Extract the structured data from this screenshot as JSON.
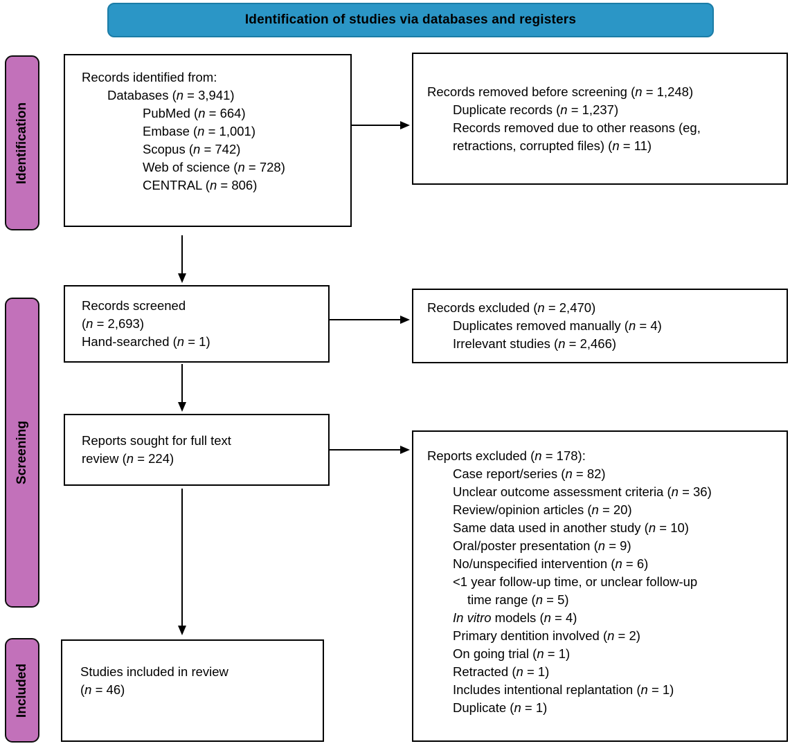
{
  "banner": {
    "label": "Identification of studies via databases and registers"
  },
  "stages": {
    "identification": "Identification",
    "screening": "Screening",
    "included": "Included"
  },
  "colors": {
    "banner_fill": "#2b96c6",
    "banner_border": "#1b7ca6",
    "stage_fill": "#c271ba",
    "box_border": "#000000",
    "arrow": "#000000"
  },
  "boxes": {
    "records_identified": {
      "lines": [
        {
          "indent": 0,
          "text": "Records identified from:"
        },
        {
          "indent": 1,
          "text": "Databases (*n* = 3,941)"
        },
        {
          "indent": 2,
          "text": "PubMed (*n* = 664)"
        },
        {
          "indent": 2,
          "text": "Embase (*n* = 1,001)"
        },
        {
          "indent": 2,
          "text": "Scopus (*n* = 742)"
        },
        {
          "indent": 2,
          "text": "Web of science (*n* = 728)"
        },
        {
          "indent": 2,
          "text": "CENTRAL (*n* = 806)"
        }
      ]
    },
    "removed_before_screening": {
      "lines": [
        {
          "indent": 0,
          "text": "Records removed before screening (*n* = 1,248)"
        },
        {
          "indent": 1,
          "text": "Duplicate records (*n* = 1,237)"
        },
        {
          "indent": 1,
          "text": "Records removed due to other reasons (eg,"
        },
        {
          "indent": 1,
          "text": "retractions, corrupted files) (*n* = 11)"
        }
      ]
    },
    "records_screened": {
      "lines": [
        {
          "indent": 0,
          "text": "Records screened"
        },
        {
          "indent": 0,
          "text": "(*n* = 2,693)"
        },
        {
          "indent": 0,
          "text": "Hand-searched (*n* = 1)"
        }
      ]
    },
    "records_excluded": {
      "lines": [
        {
          "indent": 0,
          "text": "Records excluded (*n* = 2,470)"
        },
        {
          "indent": 1,
          "text": "Duplicates removed manually (*n* = 4)"
        },
        {
          "indent": 1,
          "text": "Irrelevant studies (*n* = 2,466)"
        }
      ]
    },
    "reports_sought": {
      "lines": [
        {
          "indent": 0,
          "text": "Reports sought for full text"
        },
        {
          "indent": 0,
          "text": "review (*n* = 224)"
        }
      ]
    },
    "reports_excluded": {
      "lines": [
        {
          "indent": 0,
          "text": "Reports excluded (*n* = 178):"
        },
        {
          "indent": 1,
          "text": "Case report/series (*n* = 82)"
        },
        {
          "indent": 1,
          "text": "Unclear outcome assessment criteria (*n* = 36)"
        },
        {
          "indent": 1,
          "text": "Review/opinion articles (*n* = 20)"
        },
        {
          "indent": 1,
          "text": "Same data used in another study (*n* = 10)"
        },
        {
          "indent": 1,
          "text": "Oral/poster presentation (*n* = 9)"
        },
        {
          "indent": 1,
          "text": "No/unspecified intervention (*n* = 6)"
        },
        {
          "indent": 1,
          "text": "<1 year follow-up time, or unclear follow-up"
        },
        {
          "indent": 1.5,
          "text": "time range (*n* = 5)"
        },
        {
          "indent": 1,
          "text": "*In vitro* models (*n* = 4)"
        },
        {
          "indent": 1,
          "text": "Primary dentition involved (*n* = 2)"
        },
        {
          "indent": 1,
          "text": "On going trial (*n* = 1)"
        },
        {
          "indent": 1,
          "text": "Retracted (*n* = 1)"
        },
        {
          "indent": 1,
          "text": "Includes intentional replantation (*n* = 1)"
        },
        {
          "indent": 1,
          "text": "Duplicate (*n* = 1)"
        }
      ]
    },
    "studies_included": {
      "lines": [
        {
          "indent": 0,
          "text": "Studies included in review"
        },
        {
          "indent": 0,
          "text": "(*n* = 46)"
        }
      ]
    }
  }
}
